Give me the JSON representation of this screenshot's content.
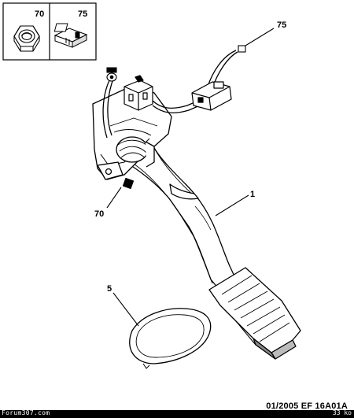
{
  "legend": {
    "items": [
      {
        "ref": "70",
        "icon": "hex-nut-icon"
      },
      {
        "ref": "75",
        "icon": "connector-clip-icon"
      }
    ]
  },
  "callouts": {
    "pedal": "1",
    "pad": "5",
    "nut": "70",
    "connector": "75"
  },
  "footer": {
    "code": "01/2005   EF 16A01A"
  },
  "bar": {
    "site": "Forum307.com",
    "size": "33 ko"
  }
}
